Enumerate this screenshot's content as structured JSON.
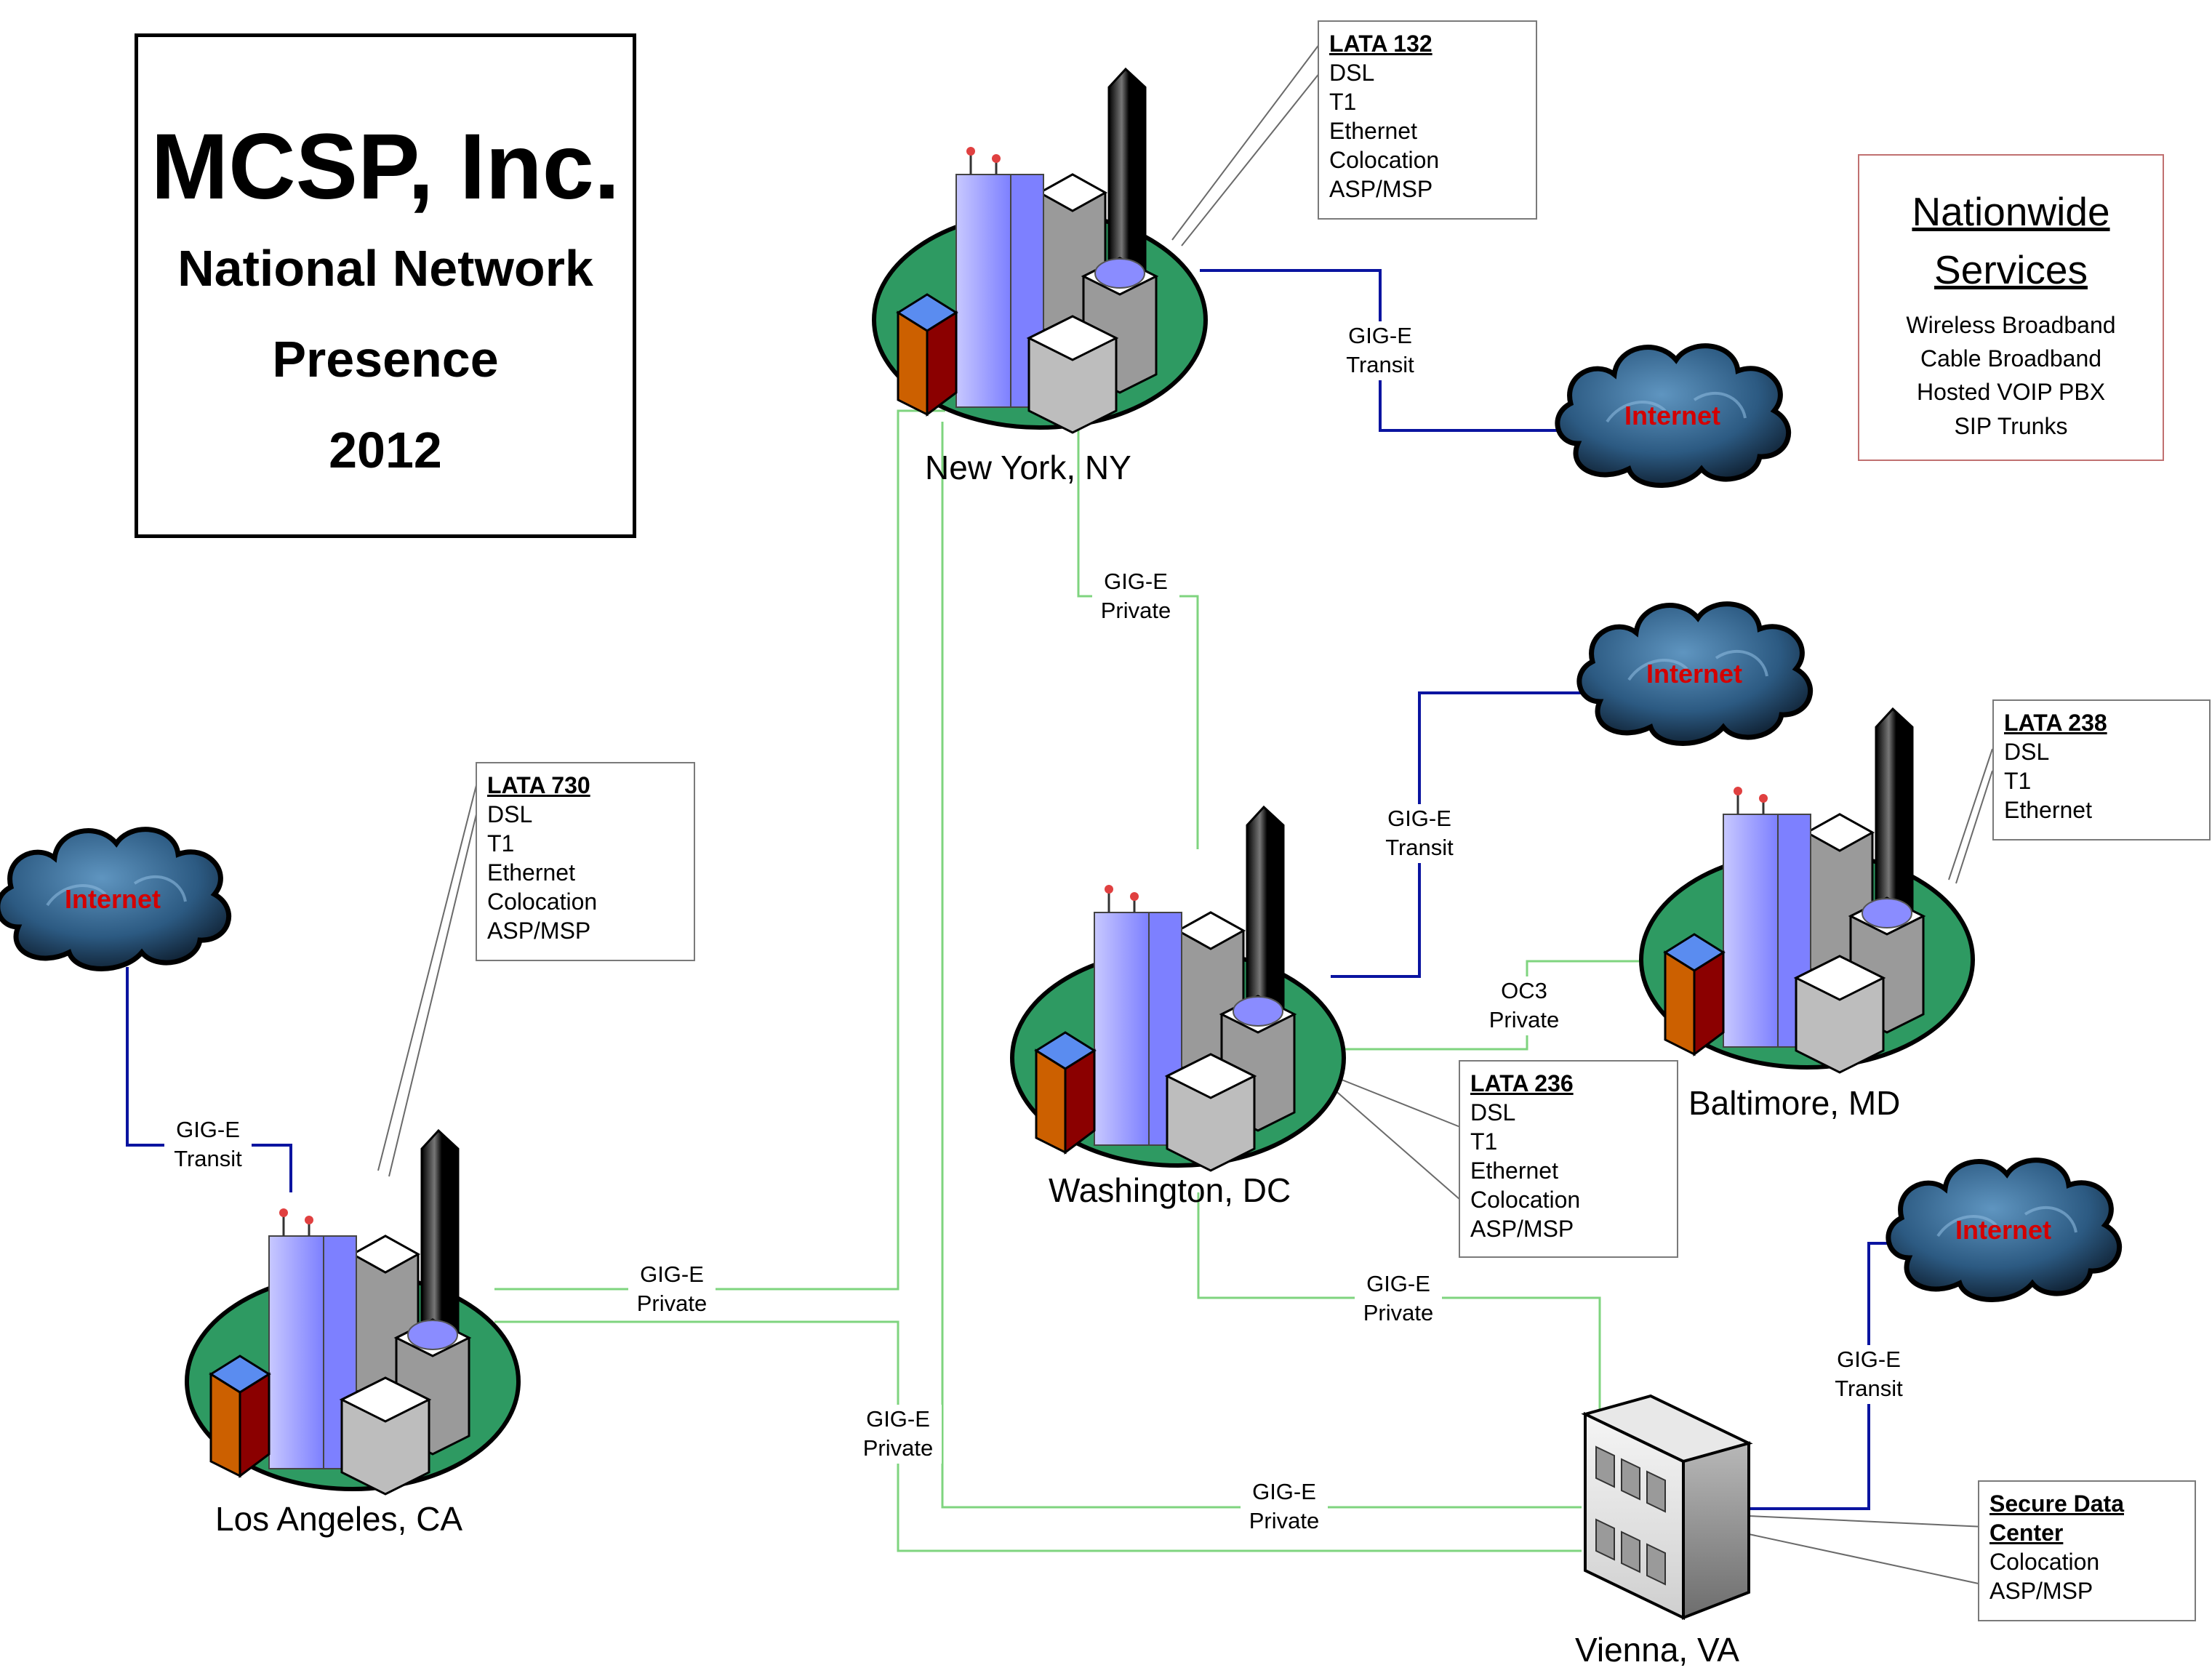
{
  "title": {
    "company": "MCSP, Inc.",
    "line1": "National Network",
    "line2": "Presence",
    "year": "2012"
  },
  "services": {
    "heading_line1": "Nationwide",
    "heading_line2": "Services",
    "items": [
      "Wireless Broadband",
      "Cable Broadband",
      "Hosted VOIP PBX",
      "SIP Trunks"
    ]
  },
  "cities": {
    "new_york": "New York, NY",
    "washington": "Washington, DC",
    "baltimore": "Baltimore, MD",
    "los_angeles": "Los Angeles, CA",
    "vienna": "Vienna, VA"
  },
  "callouts": {
    "ny": {
      "heading": "LATA 132",
      "items": [
        "DSL",
        "T1",
        "Ethernet",
        "Colocation",
        "ASP/MSP"
      ]
    },
    "la": {
      "heading": "LATA 730",
      "items": [
        "DSL",
        "T1",
        "Ethernet",
        "Colocation",
        "ASP/MSP"
      ]
    },
    "dc": {
      "heading": "LATA 236",
      "items": [
        "DSL",
        "T1",
        "Ethernet",
        "Colocation",
        "ASP/MSP"
      ]
    },
    "baltimore": {
      "heading": "LATA 238",
      "items": [
        "DSL",
        "T1",
        "Ethernet"
      ]
    },
    "vienna": {
      "heading_line1": "Secure Data",
      "heading_line2": "Center",
      "items": [
        "Colocation",
        "ASP/MSP"
      ]
    }
  },
  "links": {
    "ny_transit": {
      "line1": "GIG-E",
      "line2": "Transit"
    },
    "ny_dc": {
      "line1": "GIG-E",
      "line2": "Private"
    },
    "dc_transit": {
      "line1": "GIG-E",
      "line2": "Transit"
    },
    "dc_baltimore": {
      "line1": "OC3",
      "line2": "Private"
    },
    "la_transit": {
      "line1": "GIG-E",
      "line2": "Transit"
    },
    "la_ny": {
      "line1": "GIG-E",
      "line2": "Private"
    },
    "la_vienna": {
      "line1": "GIG-E",
      "line2": "Private"
    },
    "dc_vienna": {
      "line1": "GIG-E",
      "line2": "Private"
    },
    "ny_vienna": {
      "line1": "GIG-E",
      "line2": "Private"
    },
    "vienna_transit": {
      "line1": "GIG-E",
      "line2": "Transit"
    }
  },
  "clouds": {
    "label": "Internet"
  },
  "colors": {
    "private_link": "#7fd47f",
    "transit_link": "#0a14a0",
    "island": "#2e9a62",
    "tower_blue": "#8a8cff",
    "cloud": "#1f4a6e"
  }
}
